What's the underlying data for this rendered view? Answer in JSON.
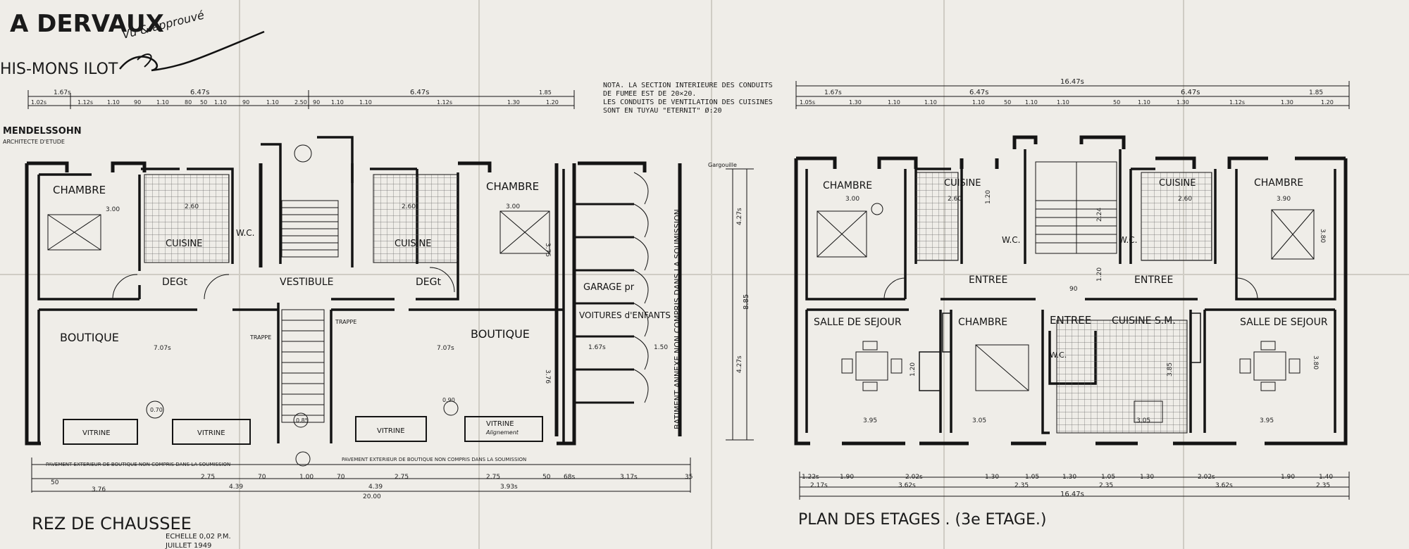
{
  "header": {
    "firm": "A DERVAUX",
    "location": "HIS-MONS ILOT",
    "architect": "MENDELSSOHN",
    "architect_role": "ARCHITECTE D'ETUDE",
    "approval": "Vu & approuvé"
  },
  "note": {
    "lines": [
      "NOTA. LA SECTION INTERIEURE DES CONDUITS",
      "DE FUMEE EST DE 20×20.",
      "LES CONDUITS DE VENTILATION DES CUISINES",
      "SONT EN TUYAU \"ETERNIT\" Ø:20"
    ]
  },
  "ground_floor": {
    "title": "REZ DE CHAUSSEE",
    "scale": "ECHELLE 0,02 P.M.",
    "date": "JUILLET 1949",
    "rooms": {
      "chambre_left": "CHAMBRE",
      "cuisine_left": "CUISINE",
      "wc_left": "W.C.",
      "degt_left": "DEGt",
      "vestibule": "VESTIBULE",
      "cuisine_mid": "CUISINE",
      "degt_right": "DEGt",
      "chambre_right": "CHAMBRE",
      "boutique_left": "BOUTIQUE",
      "boutique_right": "BOUTIQUE",
      "trappe_left": "TRAPPE",
      "trappe_right": "TRAPPE",
      "vitrine_1": "VITRINE",
      "vitrine_2": "VITRINE",
      "vitrine_3": "VITRINE",
      "vitrine_4": "VITRINE",
      "alignement": "Alignement",
      "garage_1": "GARAGE pr",
      "garage_2": "VOITURES d'ENFANTS",
      "annexe": "BATIMENT ANNEXE NON COMPRIS DANS LA SOUMISSION",
      "gargouille": "Gargouille"
    },
    "pavement_notes": [
      "PAVEMENT EXTERIEUR DE BOUTIQUE NON COMPRIS DANS LA SOUMISSION",
      "PAVEMENT EXTERIEUR DE BOUTIQUE NON COMPRIS DANS LA SOUMISSION"
    ],
    "dims_top_major": [
      "1.67s",
      "6.47s",
      "6.47s"
    ],
    "dims_top_minor": [
      "1.02s",
      "1.12s",
      "1.10",
      "90",
      "1.10",
      "80",
      "50",
      "1.10",
      "90",
      "1.10",
      "2.50",
      "90",
      "1.10",
      "1.10",
      "1.12s",
      "1.30",
      "1.20",
      "1.85"
    ],
    "dims_inner": [
      "3.00",
      "2.60",
      "2.60",
      "3.00",
      "3.75",
      "3.76",
      "7.07s",
      "7.07s",
      "1.67s",
      "1.50",
      "0.70",
      "0.85",
      "0.90"
    ],
    "dims_bottom_1": [
      "50",
      "2.75",
      "70",
      "1.00",
      "70",
      "2.75",
      "2.75",
      "50",
      "68s",
      "3.17s",
      "35"
    ],
    "dims_bottom_2": [
      "3.76",
      "4.39",
      "4.39",
      "3.93s"
    ],
    "total": "20.00",
    "right_vertical": [
      "4.27s",
      "8.85",
      "4.27s"
    ]
  },
  "upper_floor": {
    "title": "PLAN DES ETAGES . (3e ETAGE.)",
    "total_top": "16.47s",
    "total_bottom": "16.47s",
    "dims_top_major": [
      "1.67s",
      "6.47s",
      "6.47s",
      "1.85"
    ],
    "dims_top_minor": [
      "1.05s",
      "1.30",
      "1.10",
      "1.10",
      "1.10",
      "50",
      "1.10",
      "1.10",
      "50",
      "1.10",
      "1.30",
      "1.12s",
      "1.30",
      "1.20"
    ],
    "rooms": {
      "chambre_left": "CHAMBRE",
      "cuisine_left": "CUISINE",
      "wc_left": "W.C.",
      "entree_left": "ENTREE",
      "wc_right": "W.C.",
      "cuisine_right": "CUISINE",
      "chambre_right": "CHAMBRE",
      "entree_right": "ENTREE",
      "sejour_left": "SALLE DE SEJOUR",
      "chambre_mid": "CHAMBRE",
      "entree_mid": "ENTREE",
      "cuisine_sm": "CUISINE S.M.",
      "wc_mid": "W.C.",
      "sejour_right": "SALLE DE SEJOUR"
    },
    "dims_inner": [
      "3.00",
      "2.60",
      "2.60",
      "3.90",
      "3.80",
      "3.95",
      "3.05",
      "3.05",
      "3.95",
      "3.80",
      "90",
      "1.20",
      "1.20",
      "2.24",
      "3.85",
      "1.20"
    ],
    "dims_bottom_1": [
      "1.22s",
      "1.90",
      "2.02s",
      "1.30",
      "1.05",
      "1.30",
      "1.05",
      "1.30",
      "2.02s",
      "1.90",
      "1.40"
    ],
    "dims_bottom_2": [
      "2.17s",
      "3.62s",
      "2.35",
      "2.35",
      "3.62s",
      "2.35"
    ]
  },
  "colors": {
    "paper": "#efede8",
    "ink": "#141414",
    "hatch": "#555555"
  }
}
